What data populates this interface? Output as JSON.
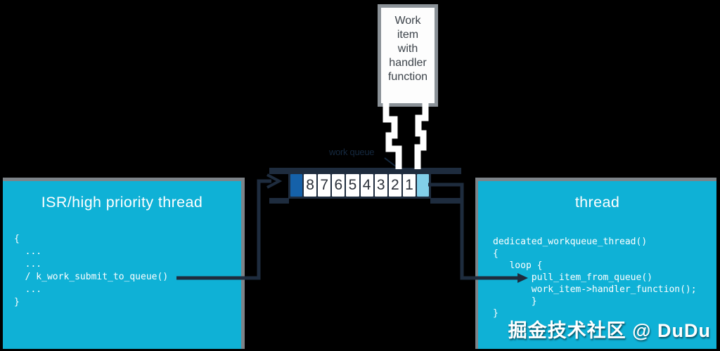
{
  "colors": {
    "background": "#000000",
    "box_cyan": "#0fb1d6",
    "box_border_gray": "#7d8388",
    "navy_line": "#1e2c3e",
    "slot_dark_blue": "#1561a9",
    "slot_light_blue": "#82cfe9",
    "slot_white": "#ffffff",
    "workitem_border": "#8a9197",
    "workitem_text": "#3b4249",
    "arrow_white": "#ffffff"
  },
  "work_item_box": {
    "label": "Work\nitem\nwith\nhandler\nfunction"
  },
  "queue": {
    "label": "work queue",
    "slots": [
      "8",
      "7",
      "6",
      "5",
      "4",
      "3",
      "2",
      "1"
    ]
  },
  "left_box": {
    "title": "ISR/high priority thread",
    "code": "{\n  ...\n  ...\n  / k_work_submit_to_queue()\n  ...\n}"
  },
  "right_box": {
    "title": "thread",
    "code": "dedicated_workqueue_thread()\n{\n   loop {\n       pull_item_from_queue()\n       work_item->handler_function();\n       }\n}"
  },
  "watermark": "掘金技术社区 @ DuDu"
}
